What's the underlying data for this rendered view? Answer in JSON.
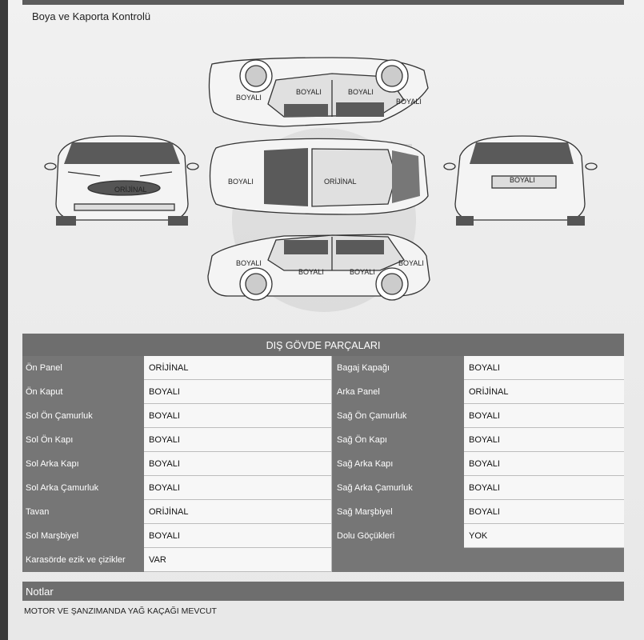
{
  "title": "Boya ve Kaporta Kontrolü",
  "diagram": {
    "top_view": [
      "BOYALI",
      "BOYALI",
      "BOYALI",
      "BOYALI"
    ],
    "front_view": [
      "ORİJİNAL"
    ],
    "roof_view": [
      "BOYALI",
      "ORİJİNAL"
    ],
    "rear_view": [
      "BOYALI"
    ],
    "side_view": [
      "BOYALI",
      "BOYALI",
      "BOYALI",
      "BOYALI"
    ]
  },
  "table": {
    "header": "DIŞ GÖVDE PARÇALARI",
    "rows": [
      {
        "left_label": "Ön Panel",
        "left_value": "ORİJİNAL",
        "right_label": "Bagaj Kapağı",
        "right_value": "BOYALI"
      },
      {
        "left_label": "Ön Kaput",
        "left_value": "BOYALI",
        "right_label": "Arka Panel",
        "right_value": "ORİJİNAL"
      },
      {
        "left_label": "Sol Ön Çamurluk",
        "left_value": "BOYALI",
        "right_label": "Sağ Ön Çamurluk",
        "right_value": "BOYALI"
      },
      {
        "left_label": "Sol Ön Kapı",
        "left_value": "BOYALI",
        "right_label": "Sağ Ön Kapı",
        "right_value": "BOYALI"
      },
      {
        "left_label": "Sol Arka Kapı",
        "left_value": "BOYALI",
        "right_label": "Sağ Arka Kapı",
        "right_value": "BOYALI"
      },
      {
        "left_label": "Sol Arka Çamurluk",
        "left_value": "BOYALI",
        "right_label": "Sağ Arka Çamurluk",
        "right_value": "BOYALI"
      },
      {
        "left_label": "Tavan",
        "left_value": "ORİJİNAL",
        "right_label": "Sağ Marşbiyel",
        "right_value": "BOYALI"
      },
      {
        "left_label": "Sol Marşbiyel",
        "left_value": "BOYALI",
        "right_label": "Dolu Göçükleri",
        "right_value": "YOK"
      },
      {
        "left_label": "Karasörde ezik ve çizikler",
        "left_value": "VAR"
      }
    ]
  },
  "notes": {
    "header": "Notlar",
    "text": "MOTOR VE ŞANZIMANDA YAĞ KAÇAĞI MEVCUT"
  }
}
